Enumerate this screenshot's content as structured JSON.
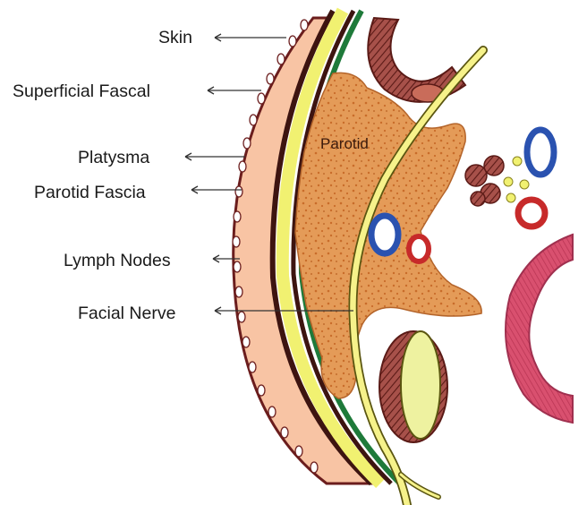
{
  "diagram": {
    "labels": {
      "skin": "Skin",
      "superficial_fascia": "Superficial Fascal",
      "platysma": "Platysma",
      "parotid_fascia": "Parotid Fascia",
      "lymph_nodes": "Lymph Nodes",
      "facial_nerve": "Facial Nerve"
    },
    "organ_label": "Parotid",
    "colors": {
      "skin": "#f8c4a4",
      "skin_outline": "#6b1d1d",
      "superficial_fascia": "#f1f171",
      "dark_layer": "#3d1410",
      "platysma": "#1e7a3a",
      "parotid": "#e49b58",
      "parotid_speckle": "#c96c2a",
      "nerve": "#f6f28a",
      "vein": "#2a52b0",
      "artery": "#c72a2a",
      "muscle": "#a7514a",
      "pharynx": "#d9506f",
      "bone": "#eef2a0"
    }
  }
}
